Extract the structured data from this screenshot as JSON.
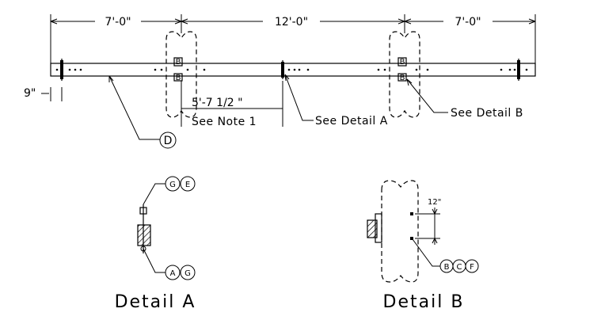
{
  "dimensions": {
    "left_span": "7'-0\"",
    "middle_span": "12'-0\"",
    "right_span": "7'-0\"",
    "height": "9\"",
    "offset": "5'-7 1/2 \"",
    "detail_b_spacing": "12\""
  },
  "notes": {
    "see_note": "See Note 1",
    "see_detail_a": "See Detail A",
    "see_detail_b": "See Detail B"
  },
  "markers": {
    "b_tag": "B",
    "d_callout": "D",
    "ge": [
      "G",
      "E"
    ],
    "ag": [
      "A",
      "G"
    ],
    "bcf": [
      "B",
      "C",
      "F"
    ]
  },
  "titles": {
    "detail_a": "Detail A",
    "detail_b": "Detail B"
  }
}
